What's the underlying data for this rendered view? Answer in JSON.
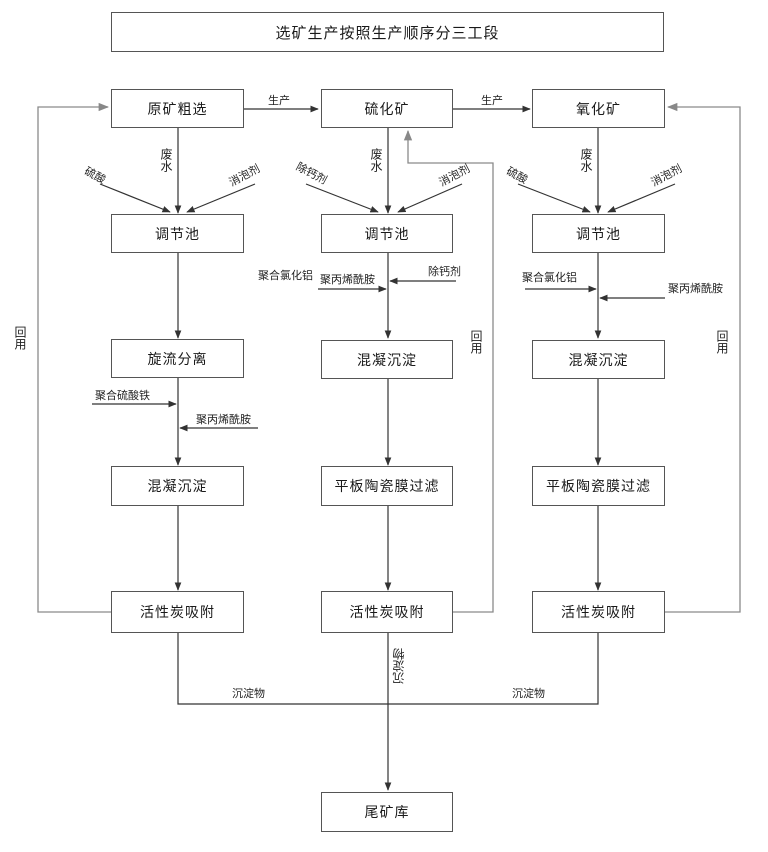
{
  "title": "选矿生产按照生产顺序分三工段",
  "sections": {
    "left": {
      "top": "原矿粗选",
      "tank": "调节池",
      "step2": "旋流分离",
      "step3": "混凝沉淀",
      "step4": "活性炭吸附",
      "in_left": "硫酸",
      "in_mid": "废水",
      "in_right": "消泡剂",
      "add1": "聚合硫酸铁",
      "add2": "聚丙烯酰胺"
    },
    "middle": {
      "top": "硫化矿",
      "tank": "调节池",
      "step2": "混凝沉淀",
      "step3": "平板陶瓷膜过滤",
      "step4": "活性炭吸附",
      "in_left": "除钙剂",
      "in_mid": "废水",
      "in_right": "消泡剂",
      "add1": "聚合氯化铝",
      "add2": "聚丙烯酰胺",
      "add3": "除钙剂"
    },
    "right": {
      "top": "氧化矿",
      "tank": "调节池",
      "step2": "混凝沉淀",
      "step3": "平板陶瓷膜过滤",
      "step4": "活性炭吸附",
      "in_left": "硫酸",
      "in_mid": "废水",
      "in_right": "消泡剂",
      "add1": "聚合氯化铝",
      "add2": "聚丙烯酰胺"
    }
  },
  "flow_labels": {
    "production": "生产",
    "recycle": "回用",
    "sediment": "沉淀物"
  },
  "tailings": "尾矿库"
}
